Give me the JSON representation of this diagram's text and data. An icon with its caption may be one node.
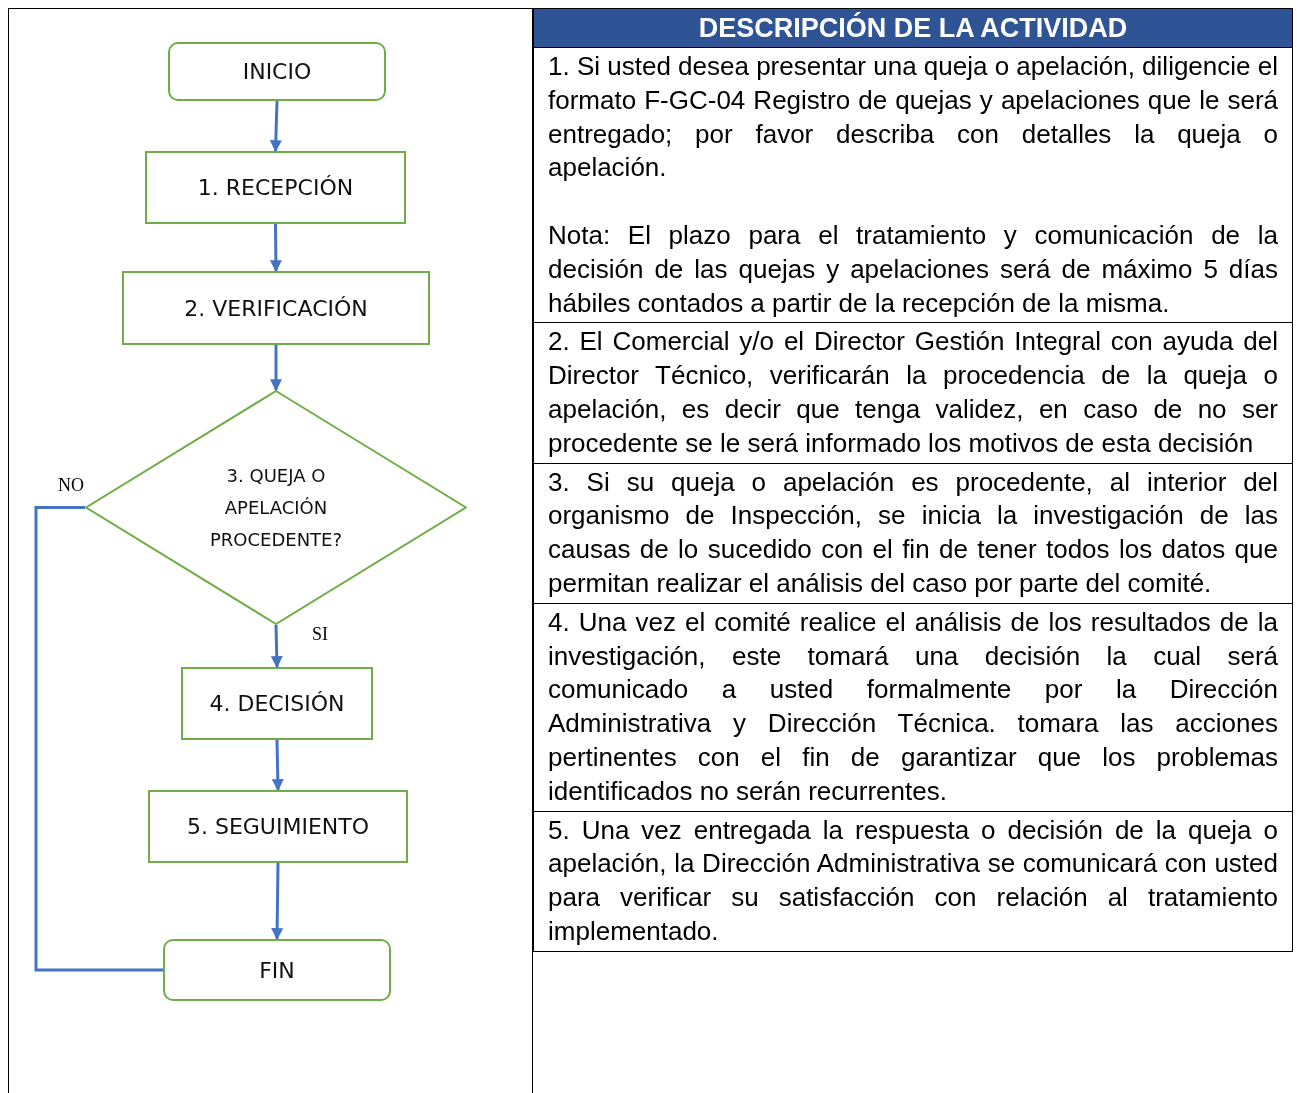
{
  "diagram": {
    "nodes": [
      {
        "text": [
          "INICIO"
        ]
      },
      {
        "text": [
          "1.  RECEPCIÓN"
        ]
      },
      {
        "text": [
          "2. VERIFICACIÓN"
        ]
      },
      {
        "text": [
          "3. QUEJA O APELACIÓN PROCEDENTE?"
        ]
      },
      {
        "text": [
          "4. DECISIÓN"
        ]
      },
      {
        "text": [
          "5. SEGUIMIENTO"
        ]
      },
      {
        "text": [
          "FIN"
        ]
      }
    ],
    "edges": [
      {
        "from": 0,
        "to": 1,
        "arrow": "to"
      },
      {
        "from": 1,
        "to": 2,
        "arrow": "to"
      },
      {
        "from": 2,
        "to": 3,
        "arrow": "to"
      },
      {
        "from": 3,
        "to": 4,
        "arrow": "to",
        "label": "SI"
      },
      {
        "from": 4,
        "to": 5,
        "arrow": "to"
      },
      {
        "from": 5,
        "to": 6,
        "arrow": "to"
      },
      {
        "from": 3,
        "to": 6,
        "arrow": "none",
        "label": "NO"
      }
    ],
    "labels": [
      "DESCRIPCIÓN DE LA ACTIVIDAD",
      "1. Si usted desea presentar una queja o apelación, diligencie el formato F-GC-04 Registro de quejas y apelaciones que le será entregado; por favor describa con detalles la queja o apelación.",
      "Nota: El plazo para el tratamiento y comunicación de la decisión de las quejas y apelaciones será de máximo 5 días hábiles contados a partir de la recepción de la misma.",
      "2. El Comercial y/o el Director Gestión Integral con ayuda del Director Técnico, verificarán la procedencia de la queja o apelación, es decir que tenga validez, en caso de no ser procedente se le será informado los motivos de esta decisión",
      "3.  Si su queja o apelación es procedente, al interior del organismo de Inspección, se inicia la investigación de las causas de lo sucedido con el fin de tener todos los datos que permitan realizar el análisis del caso por parte del comité.",
      "4. Una vez el comité realice el análisis de los resultados de la investigación, este tomará una decisión la cual será comunicado a usted formalmente por la Dirección Administrativa y Dirección Técnica. tomara las acciones pertinentes con el fin de garantizar que los problemas identificados no serán recurrentes.",
      "5. Una vez entregada la respuesta o decisión de la queja o apelación, la Dirección Administrativa se comunicará con usted para verificar su satisfacción con relación al tratamiento implementado."
    ]
  }
}
